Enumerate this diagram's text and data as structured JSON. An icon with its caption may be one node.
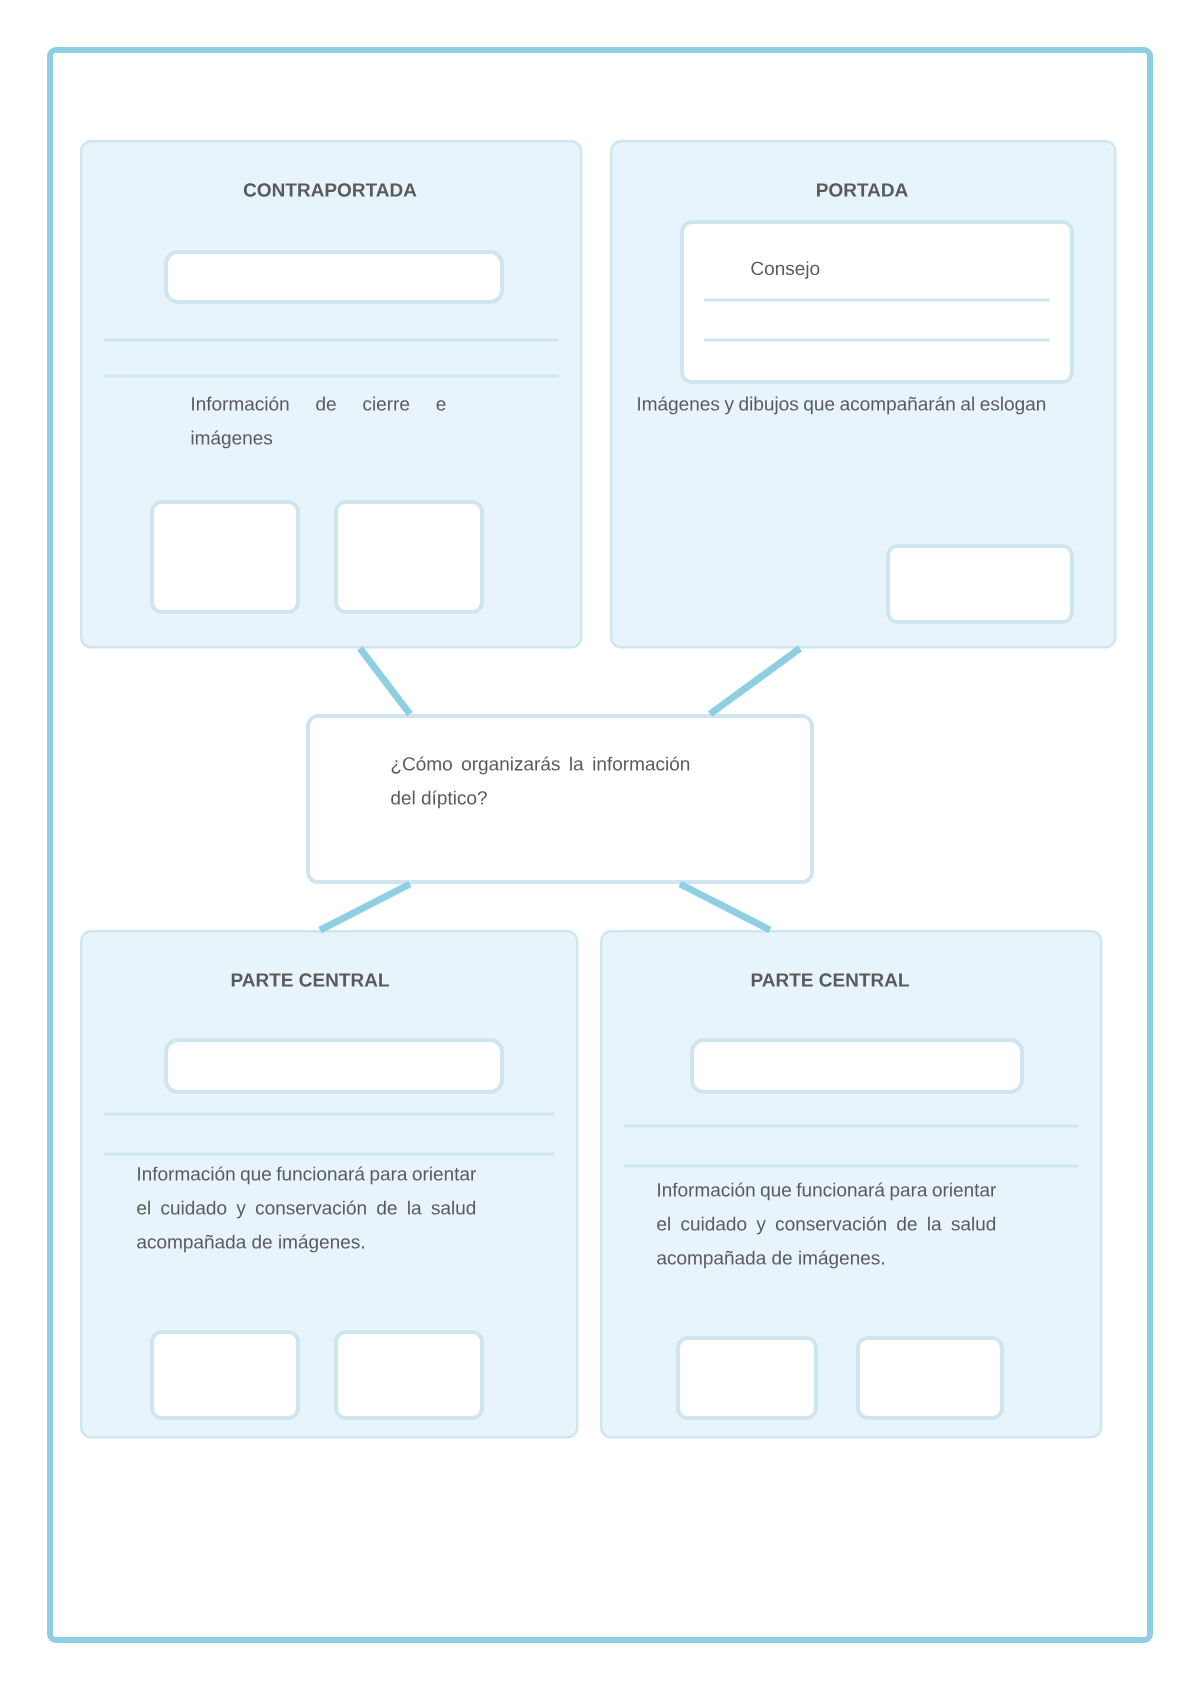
{
  "diagram": {
    "nodes": [
      {
        "text": [
          "CONTRAPORTADA",
          "Información de cierre e imágenes"
        ]
      },
      {
        "text": [],
        "shape": "box",
        "in": 0
      },
      {
        "text": [],
        "shape": "box",
        "in": 0
      },
      {
        "text": [],
        "shape": "box",
        "in": 0
      },
      {
        "text": [
          "PORTADA",
          "Imágenes y dibujos que acompañarán al eslogan"
        ]
      },
      {
        "text": [
          "Consejo"
        ],
        "in": 4
      },
      {
        "text": [],
        "shape": "box",
        "in": 4
      },
      {
        "text": [
          "¿Cómo organizarás la información del díptico?"
        ]
      },
      {
        "text": [
          "PARTE CENTRAL",
          "Información que funcionará para orientar el cuidado y conservación de la salud acompañada de imágenes."
        ]
      },
      {
        "text": [],
        "shape": "box",
        "in": 8
      },
      {
        "text": [],
        "shape": "box",
        "in": 8
      },
      {
        "text": [],
        "shape": "box",
        "in": 8
      },
      {
        "text": [
          "PARTE CENTRAL",
          "Información que funcionará para orientar el cuidado y conservación de la salud acompañada de imágenes."
        ]
      },
      {
        "text": [],
        "shape": "box",
        "in": 12
      },
      {
        "text": [],
        "shape": "box",
        "in": 12
      },
      {
        "text": [],
        "shape": "box",
        "in": 12
      }
    ],
    "edges": [
      {
        "from": 0,
        "to": 7,
        "arrow": "none"
      },
      {
        "from": 4,
        "to": 7,
        "arrow": "none"
      },
      {
        "from": 7,
        "to": 8,
        "arrow": "none"
      },
      {
        "from": 7,
        "to": 12,
        "arrow": "none"
      }
    ]
  }
}
